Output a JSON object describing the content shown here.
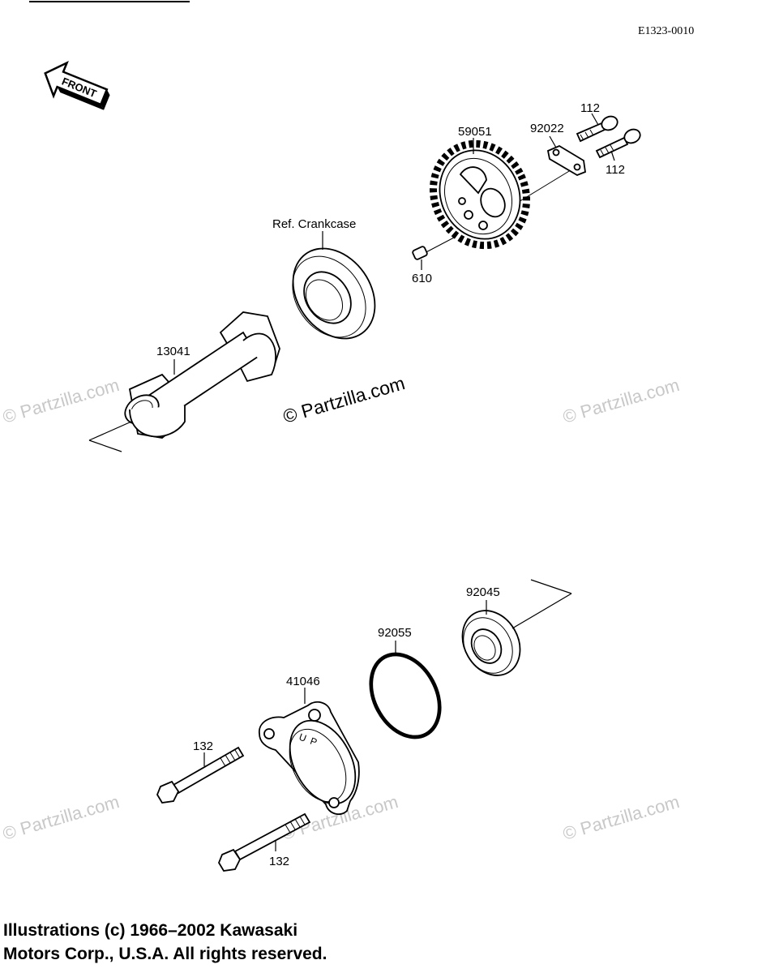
{
  "diagram_code": "E1323-0010",
  "front_arrow": {
    "label": "FRONT",
    "icon": "front-arrow-icon"
  },
  "callouts": {
    "p59051": "59051",
    "p92022": "92022",
    "p112_top": "112",
    "p112_bottom": "112",
    "ref_crankcase": "Ref. Crankcase",
    "p610": "610",
    "p13041": "13041",
    "p92045": "92045",
    "p92055": "92055",
    "p41046": "41046",
    "p132_top": "132",
    "p132_bottom": "132"
  },
  "part_marking": "UP",
  "watermarks": {
    "center": "© Partzilla.com",
    "faint": "© Partzilla.com"
  },
  "copyright": {
    "line1": "Illustrations (c) 1966–2002 Kawasaki",
    "line2": "Motors Corp., U.S.A.  All rights reserved."
  }
}
